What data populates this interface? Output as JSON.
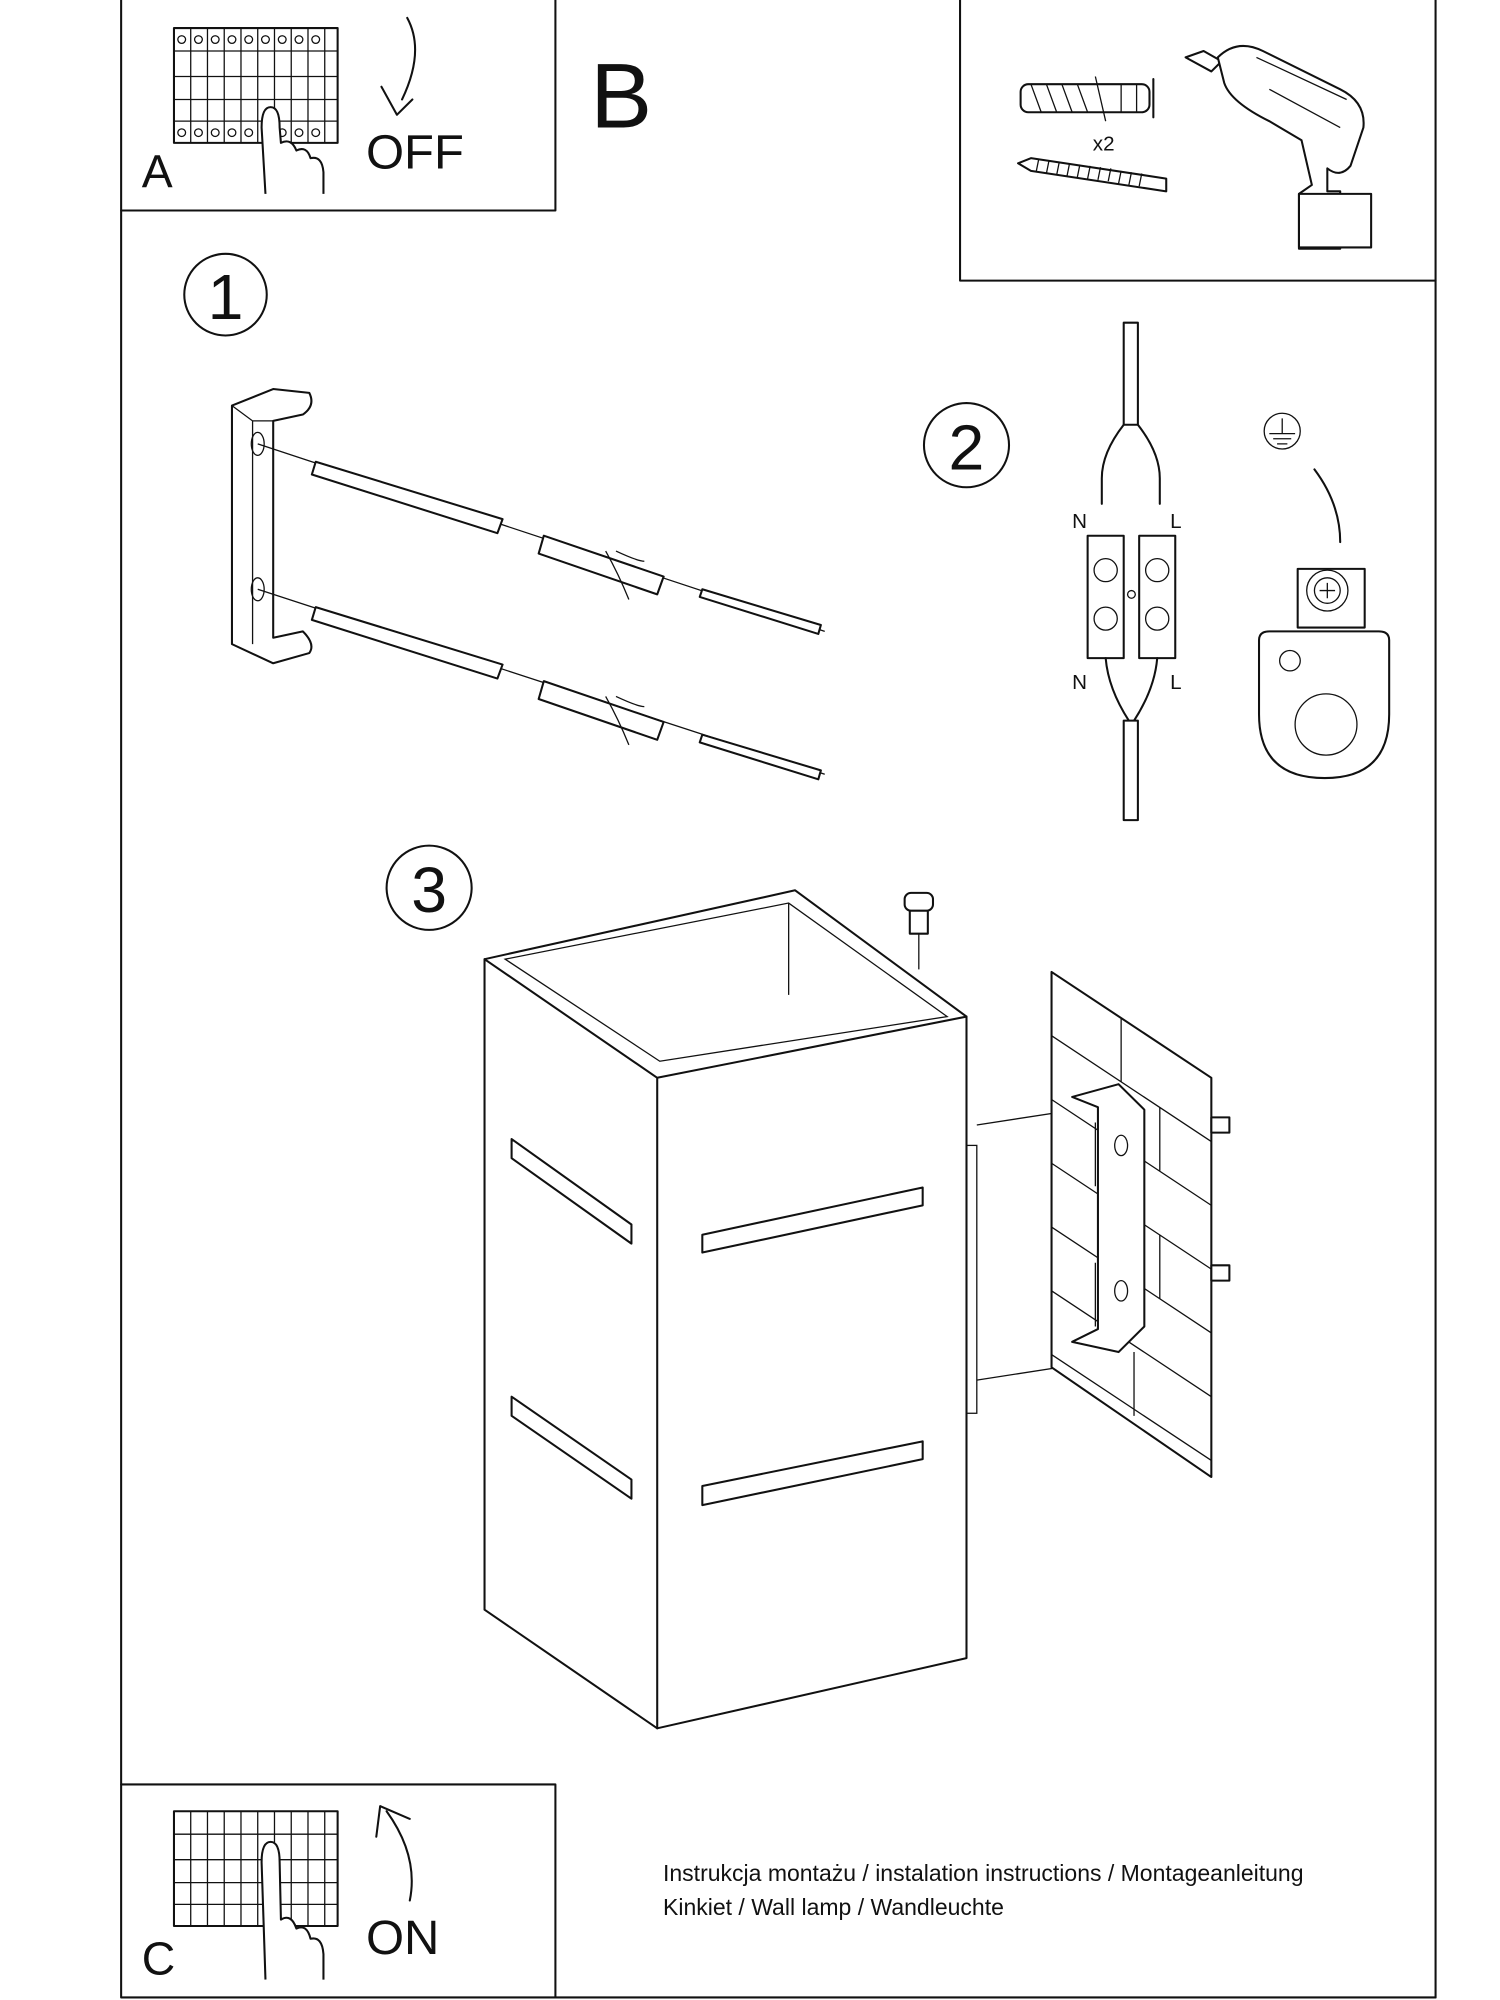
{
  "panels": {
    "a": {
      "letter": "A",
      "label": "OFF"
    },
    "b": {
      "letter": "B",
      "quantity": "x2"
    },
    "c": {
      "letter": "C",
      "label": "ON"
    }
  },
  "steps": [
    {
      "number": "1"
    },
    {
      "number": "2",
      "wire_labels_top": [
        "N",
        "L"
      ],
      "wire_labels_bottom": [
        "N",
        "L"
      ]
    },
    {
      "number": "3"
    }
  ],
  "caption": {
    "line1": "Instrukcja montażu / instalation instructions / Montageanleitung",
    "line2": "Kinkiet / Wall lamp / Wandleuchte"
  }
}
